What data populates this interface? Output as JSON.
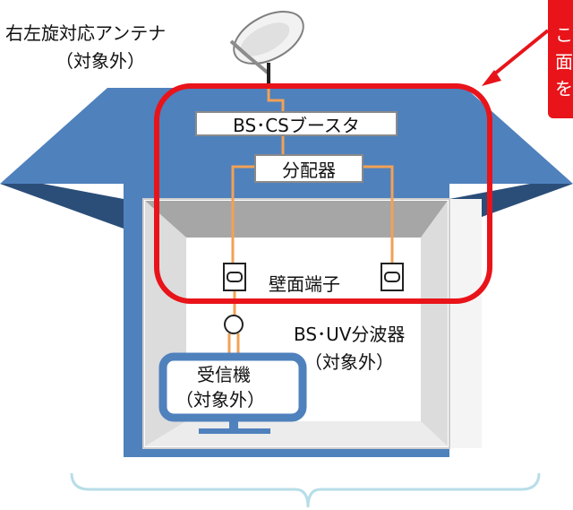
{
  "labels": {
    "antenna": "右左旋対応アンテナ",
    "antenna_note": "（対象外）",
    "booster": "BS･CSブースタ",
    "splitter": "分配器",
    "wall_outlet": "壁面端子",
    "bs_uv_splitter": "BS･UV分波器",
    "bs_uv_note": "（対象外）",
    "receiver": "受信機",
    "receiver_note": "（対象外）"
  },
  "callout": {
    "lines": [
      "こ",
      "面",
      "を"
    ]
  },
  "colors": {
    "house_blue": "#4f81bd",
    "house_dark": "#2b4e79",
    "highlight_red": "#e8141a",
    "cable_orange": "#f2a155",
    "bracket": "#b7dee8"
  }
}
